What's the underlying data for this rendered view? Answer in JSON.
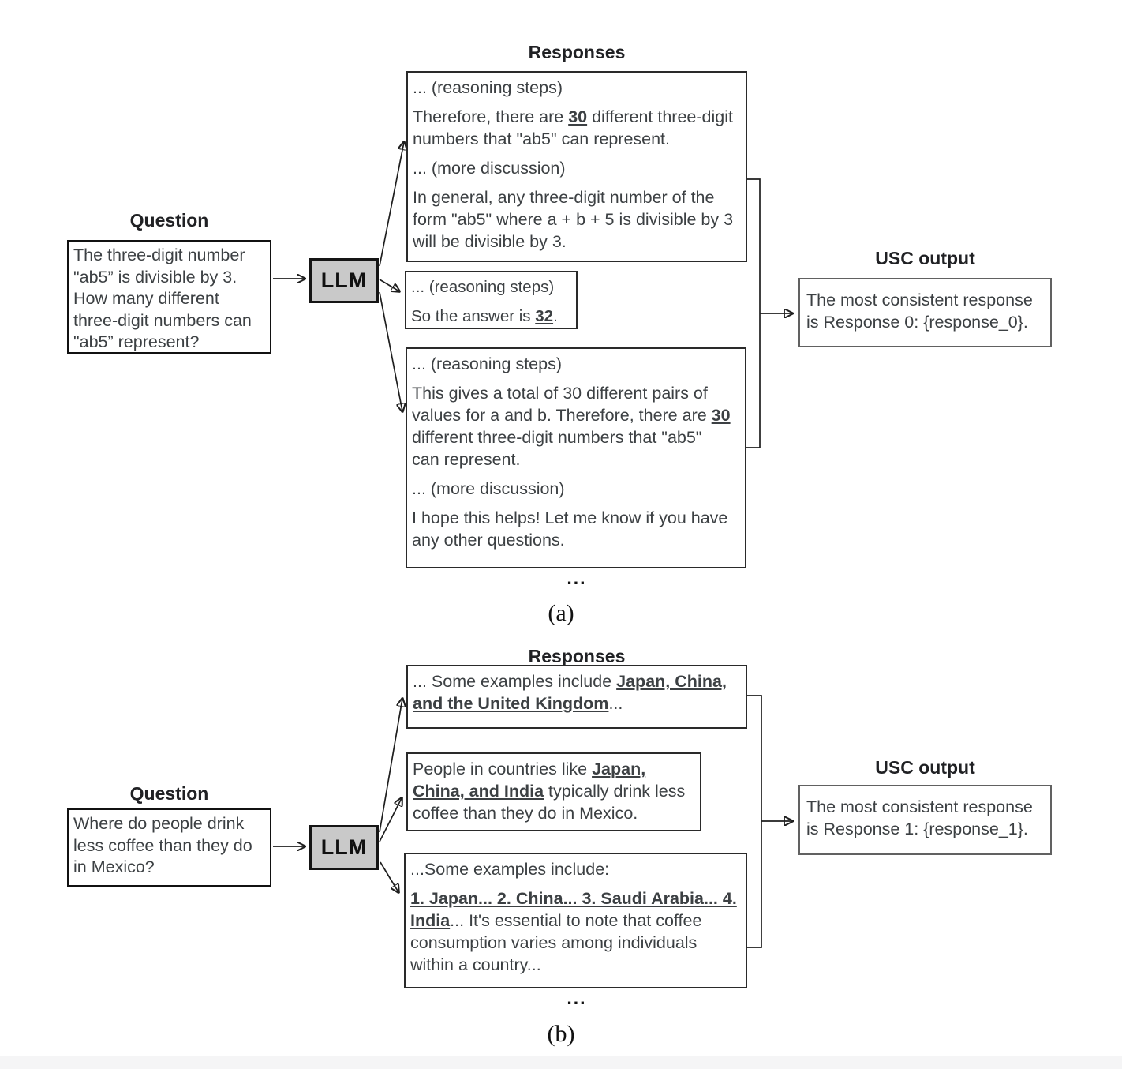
{
  "colors": {
    "llm_fill": "#c9c9c9",
    "usc_border": "#616161",
    "text": "#3c4043"
  },
  "panels": [
    {
      "caption": "(a)",
      "question": {
        "title": "Question",
        "text": "The three-digit number \"ab5” is divisible by 3. How many different three-digit numbers can \"ab5” represent?"
      },
      "llm": "LLM",
      "responses": {
        "title": "Responses",
        "ellipsis": "...",
        "boxes": [
          {
            "paragraphs": [
              [
                {
                  "t": "... (reasoning steps)"
                }
              ],
              [
                {
                  "t": "Therefore, there are "
                },
                {
                  "t": "30",
                  "hl": true
                },
                {
                  "t": " different three-digit numbers that \"ab5\" can represent."
                }
              ],
              [
                {
                  "t": "... (more discussion)"
                }
              ],
              [
                {
                  "t": "In general, any three-digit number of the form \"ab5\" where a + b + 5 is divisible by 3 will be divisible by 3."
                }
              ]
            ]
          },
          {
            "paragraphs": [
              [
                {
                  "t": "... (reasoning steps)"
                }
              ],
              [
                {
                  "t": "So the answer is "
                },
                {
                  "t": "32",
                  "hl": true
                },
                {
                  "t": "."
                }
              ]
            ]
          },
          {
            "paragraphs": [
              [
                {
                  "t": "... (reasoning steps)"
                }
              ],
              [
                {
                  "t": "This gives a total of 30 different pairs of values for a and b. Therefore, there are "
                },
                {
                  "t": "30",
                  "hl": true
                },
                {
                  "t": " different three-digit numbers that \"ab5\" can represent."
                }
              ],
              [
                {
                  "t": "... (more discussion)"
                }
              ],
              [
                {
                  "t": "I hope this helps! Let me know if you have any other questions."
                }
              ]
            ]
          }
        ]
      },
      "usc": {
        "title": "USC output",
        "text": "The most consistent response is Response 0: {response_0}."
      }
    },
    {
      "caption": "(b)",
      "question": {
        "title": "Question",
        "text": "Where do people drink less coffee than they do in Mexico?"
      },
      "llm": "LLM",
      "responses": {
        "title": "Responses",
        "ellipsis": "...",
        "boxes": [
          {
            "paragraphs": [
              [
                {
                  "t": "... Some examples include "
                },
                {
                  "t": "Japan, China, and the United Kingdom",
                  "hl": true
                },
                {
                  "t": "..."
                }
              ]
            ]
          },
          {
            "paragraphs": [
              [
                {
                  "t": "People in countries like "
                },
                {
                  "t": "Japan, China, and India",
                  "hl": true
                },
                {
                  "t": " typically drink less coffee than they do in Mexico."
                }
              ]
            ]
          },
          {
            "paragraphs": [
              [
                {
                  "t": "...Some examples include:"
                }
              ],
              [
                {
                  "t": "1. Japan... 2. China... 3. Saudi Arabia... 4. India",
                  "hl": true
                },
                {
                  "t": "... It's essential to note that coffee consumption varies among individuals within a country..."
                }
              ]
            ]
          }
        ]
      },
      "usc": {
        "title": "USC output",
        "text": "The most consistent response is Response 1: {response_1}."
      }
    }
  ]
}
